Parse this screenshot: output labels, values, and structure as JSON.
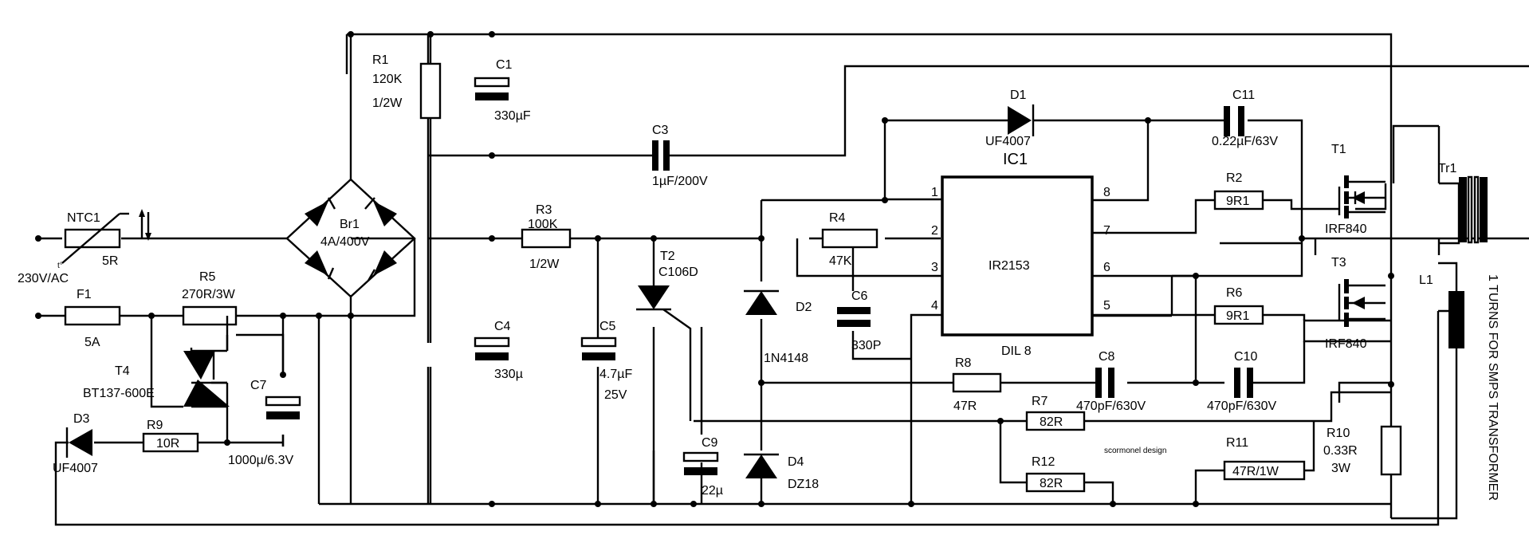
{
  "labels": {
    "r1": "R1",
    "r1_v": "120K",
    "r1_p": "1/2W",
    "c1": "C1",
    "c1_v": "330µF",
    "c3": "C3",
    "c3_v": "1µF/200V",
    "d1": "D1",
    "d1_v": "UF4007",
    "ic1": "IC1",
    "ic_chip": "IR2153",
    "ic_pkg": "DIL 8",
    "c11": "C11",
    "c11_v": "0.22µF/63V",
    "t1": "T1",
    "t1_v": "IRF840",
    "t3": "T3",
    "t3_v": "IRF840",
    "tr1": "Tr1",
    "ntc1": "NTC1",
    "ntc1_v": "5R",
    "ntc_t": "t°",
    "mains": "230V/AC",
    "br1": "Br1",
    "br1_v": "4A/400V",
    "f1": "F1",
    "f1_v": "5A",
    "r5": "R5",
    "r5_v": "270R/3W",
    "t4": "T4",
    "t4_v": "BT137-600E",
    "c7": "C7",
    "c7_v": "1000µ/6.3V",
    "d3": "D3",
    "d3_v": "UF4007",
    "r9": "R9",
    "r9_v": "10R",
    "r3": "R3",
    "r3_v": "100K",
    "r3_p": "1/2W",
    "c4": "C4",
    "c4_v": "330µ",
    "c5": "C5",
    "c5_v": "4.7µF",
    "c5_p": "25V",
    "t2": "T2",
    "t2_v": "C106D",
    "c9": "C9",
    "c9_v": "22µ",
    "d2": "D2",
    "d2_v": "1N4148",
    "d4": "D4",
    "d4_v": "DZ18",
    "r4": "R4",
    "r4_v": "47K",
    "c6": "C6",
    "c6_v": "330P",
    "r2": "R2",
    "r2_v": "9R1",
    "r6": "R6",
    "r6_v": "9R1",
    "r8": "R8",
    "r8_v": "47R",
    "c8": "C8",
    "c8_v": "470pF/630V",
    "c10": "C10",
    "c10_v": "470pF/630V",
    "r7": "R7",
    "r7_v": "82R",
    "r12": "R12",
    "r12_v": "82R",
    "r11": "R11",
    "r11_v": "47R/1W",
    "r10": "R10",
    "r10_v": "0.33R",
    "r10_p": "3W",
    "l1": "L1",
    "credit": "scormonel design",
    "side_note": "1 TURNS FOR SMPS TRANSFORMER",
    "pin1": "1",
    "pin2": "2",
    "pin3": "3",
    "pin4": "4",
    "pin5": "5",
    "pin6": "6",
    "pin7": "7",
    "pin8": "8"
  }
}
